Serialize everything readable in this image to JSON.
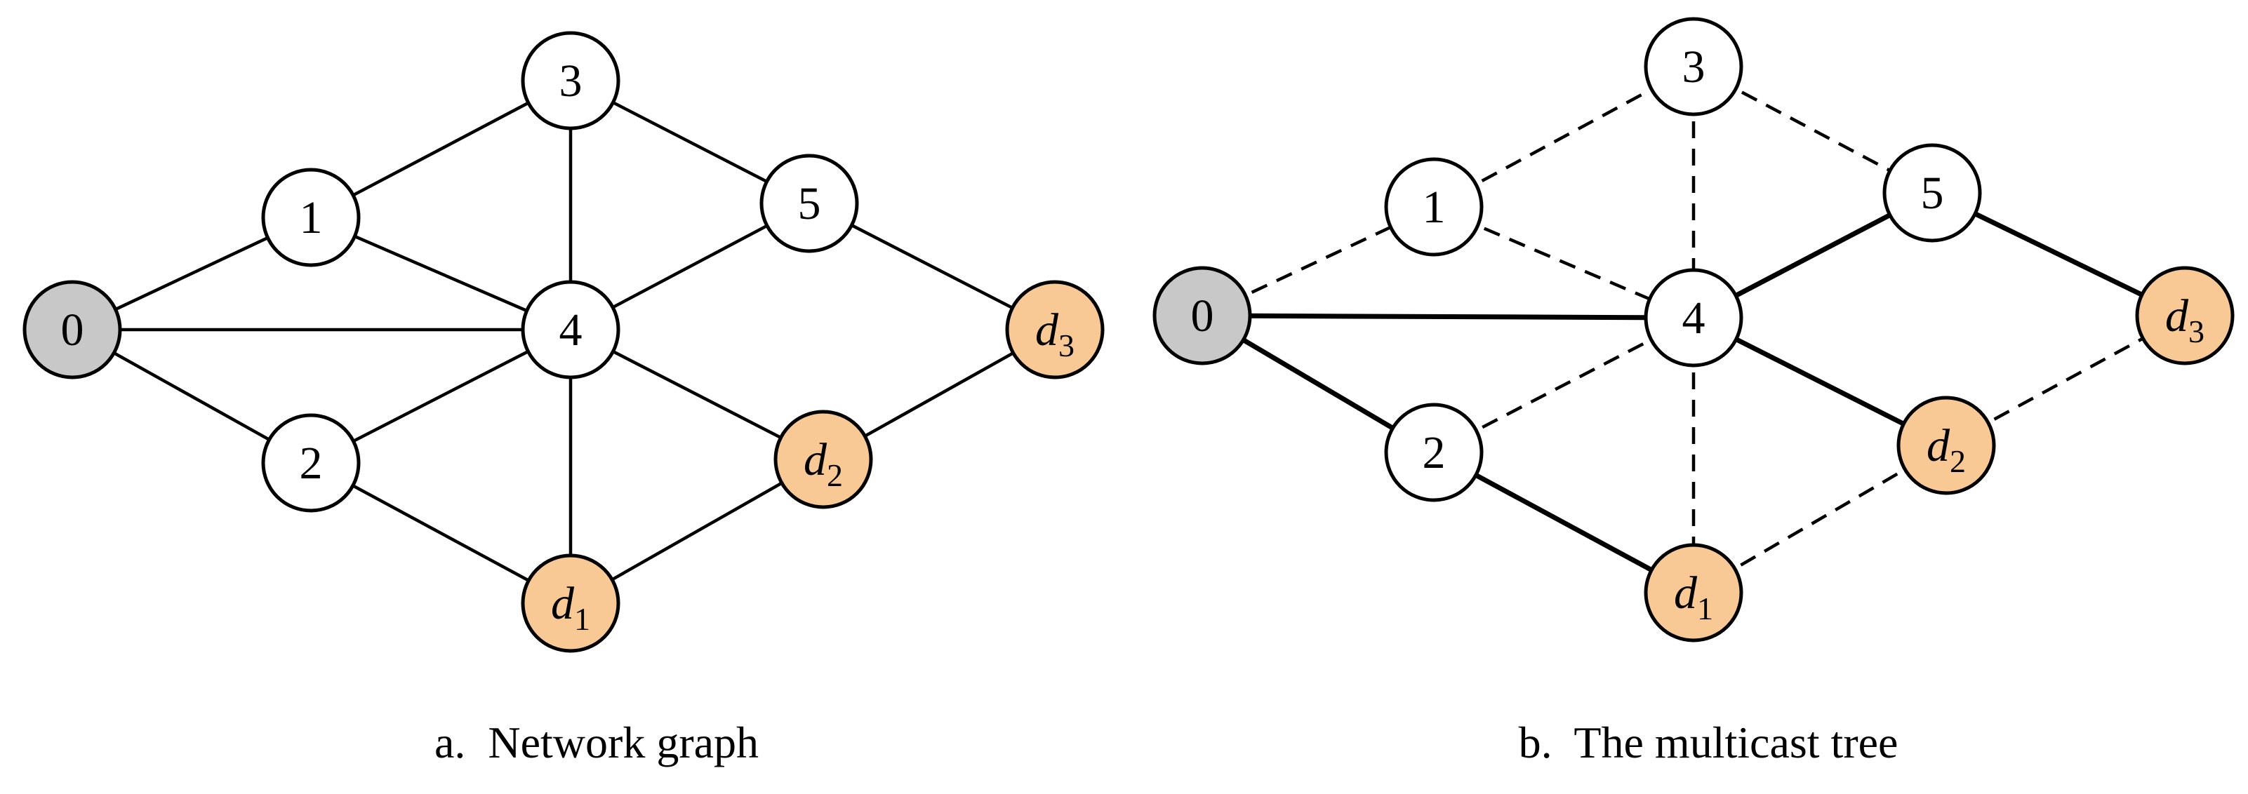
{
  "colors": {
    "source_fill": "#c8c8c8",
    "destination_fill": "#f9c995",
    "relay_fill": "#ffffff",
    "stroke": "#000000"
  },
  "panels": [
    {
      "id": "network-graph",
      "caption": "a.  Network graph",
      "nodes": [
        {
          "id": "0",
          "label": "0",
          "sub": "",
          "kind": "source"
        },
        {
          "id": "1",
          "label": "1",
          "sub": "",
          "kind": "relay"
        },
        {
          "id": "2",
          "label": "2",
          "sub": "",
          "kind": "relay"
        },
        {
          "id": "3",
          "label": "3",
          "sub": "",
          "kind": "relay"
        },
        {
          "id": "4",
          "label": "4",
          "sub": "",
          "kind": "relay"
        },
        {
          "id": "5",
          "label": "5",
          "sub": "",
          "kind": "relay"
        },
        {
          "id": "d1",
          "label": "d",
          "sub": "1",
          "kind": "destination"
        },
        {
          "id": "d2",
          "label": "d",
          "sub": "2",
          "kind": "destination"
        },
        {
          "id": "d3",
          "label": "d",
          "sub": "3",
          "kind": "destination"
        }
      ],
      "edges": [
        {
          "from": "0",
          "to": "1",
          "style": "solid"
        },
        {
          "from": "0",
          "to": "4",
          "style": "solid"
        },
        {
          "from": "0",
          "to": "2",
          "style": "solid"
        },
        {
          "from": "1",
          "to": "3",
          "style": "solid"
        },
        {
          "from": "1",
          "to": "4",
          "style": "solid"
        },
        {
          "from": "3",
          "to": "4",
          "style": "solid"
        },
        {
          "from": "3",
          "to": "5",
          "style": "solid"
        },
        {
          "from": "5",
          "to": "4",
          "style": "solid"
        },
        {
          "from": "5",
          "to": "d3",
          "style": "solid"
        },
        {
          "from": "2",
          "to": "4",
          "style": "solid"
        },
        {
          "from": "2",
          "to": "d1",
          "style": "solid"
        },
        {
          "from": "4",
          "to": "d1",
          "style": "solid"
        },
        {
          "from": "4",
          "to": "d2",
          "style": "solid"
        },
        {
          "from": "d1",
          "to": "d2",
          "style": "solid"
        },
        {
          "from": "d2",
          "to": "d3",
          "style": "solid"
        }
      ]
    },
    {
      "id": "multicast-tree",
      "caption": "b.  The multicast tree",
      "nodes": [
        {
          "id": "0",
          "label": "0",
          "sub": "",
          "kind": "source"
        },
        {
          "id": "1",
          "label": "1",
          "sub": "",
          "kind": "relay"
        },
        {
          "id": "2",
          "label": "2",
          "sub": "",
          "kind": "relay"
        },
        {
          "id": "3",
          "label": "3",
          "sub": "",
          "kind": "relay"
        },
        {
          "id": "4",
          "label": "4",
          "sub": "",
          "kind": "relay"
        },
        {
          "id": "5",
          "label": "5",
          "sub": "",
          "kind": "relay"
        },
        {
          "id": "d1",
          "label": "d",
          "sub": "1",
          "kind": "destination"
        },
        {
          "id": "d2",
          "label": "d",
          "sub": "2",
          "kind": "destination"
        },
        {
          "id": "d3",
          "label": "d",
          "sub": "3",
          "kind": "destination"
        }
      ],
      "edges": [
        {
          "from": "0",
          "to": "1",
          "style": "dashed"
        },
        {
          "from": "0",
          "to": "4",
          "style": "bold"
        },
        {
          "from": "0",
          "to": "2",
          "style": "bold"
        },
        {
          "from": "1",
          "to": "3",
          "style": "dashed"
        },
        {
          "from": "1",
          "to": "4",
          "style": "dashed"
        },
        {
          "from": "3",
          "to": "4",
          "style": "dashed"
        },
        {
          "from": "3",
          "to": "5",
          "style": "dashed"
        },
        {
          "from": "5",
          "to": "4",
          "style": "bold"
        },
        {
          "from": "5",
          "to": "d3",
          "style": "bold"
        },
        {
          "from": "2",
          "to": "4",
          "style": "dashed"
        },
        {
          "from": "2",
          "to": "d1",
          "style": "bold"
        },
        {
          "from": "4",
          "to": "d1",
          "style": "dashed"
        },
        {
          "from": "4",
          "to": "d2",
          "style": "bold"
        },
        {
          "from": "d1",
          "to": "d2",
          "style": "dashed"
        },
        {
          "from": "d2",
          "to": "d3",
          "style": "dashed"
        }
      ]
    }
  ]
}
